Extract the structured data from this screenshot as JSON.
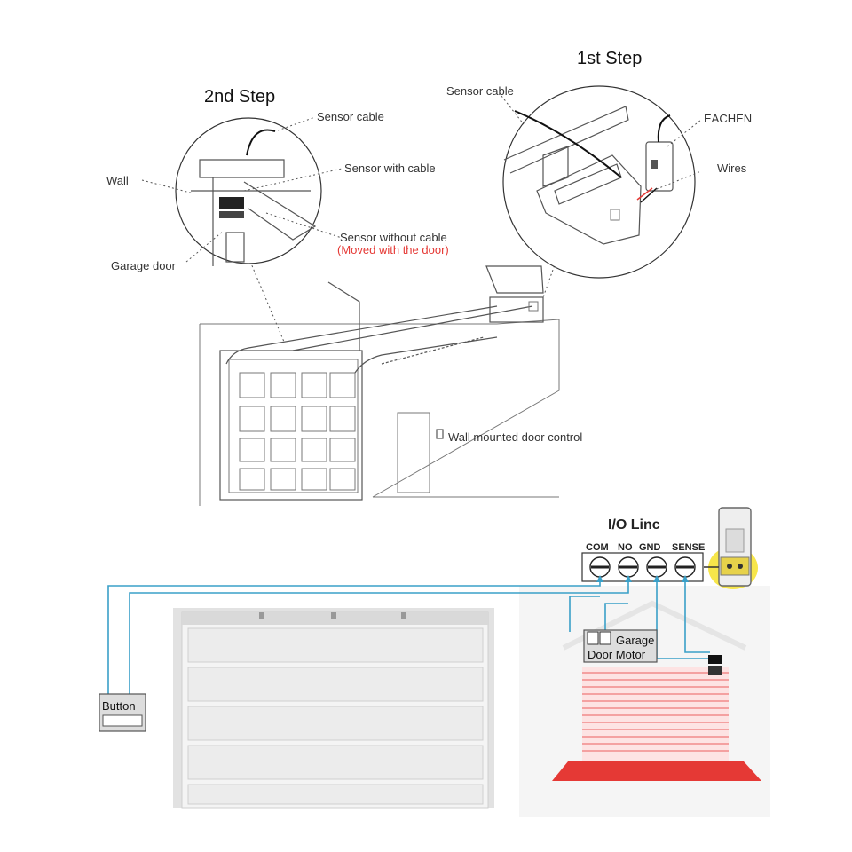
{
  "top": {
    "step1_title": "1st Step",
    "step2_title": "2nd Step",
    "step1_callouts": {
      "sensor_cable": "Sensor cable",
      "brand": "EACHEN",
      "wires": "Wires"
    },
    "step2_callouts": {
      "sensor_cable": "Sensor cable",
      "wall": "Wall",
      "sensor_with_cable": "Sensor with cable",
      "sensor_without_cable": "Sensor without cable",
      "moved_note": "(Moved with the door)",
      "garage_door": "Garage door"
    },
    "wall_control": "Wall mounted door control"
  },
  "wiring": {
    "module_title": "I/O Linc",
    "terminals": [
      "COM",
      "NO",
      "GND",
      "SENSE"
    ],
    "button_label": "Button",
    "motor_label_line1": "Garage",
    "motor_label_line2": "Door Motor"
  },
  "colors": {
    "wire": "#3aa0c8",
    "accent_red": "#e53935",
    "highlight_yellow": "#f7e64a"
  }
}
